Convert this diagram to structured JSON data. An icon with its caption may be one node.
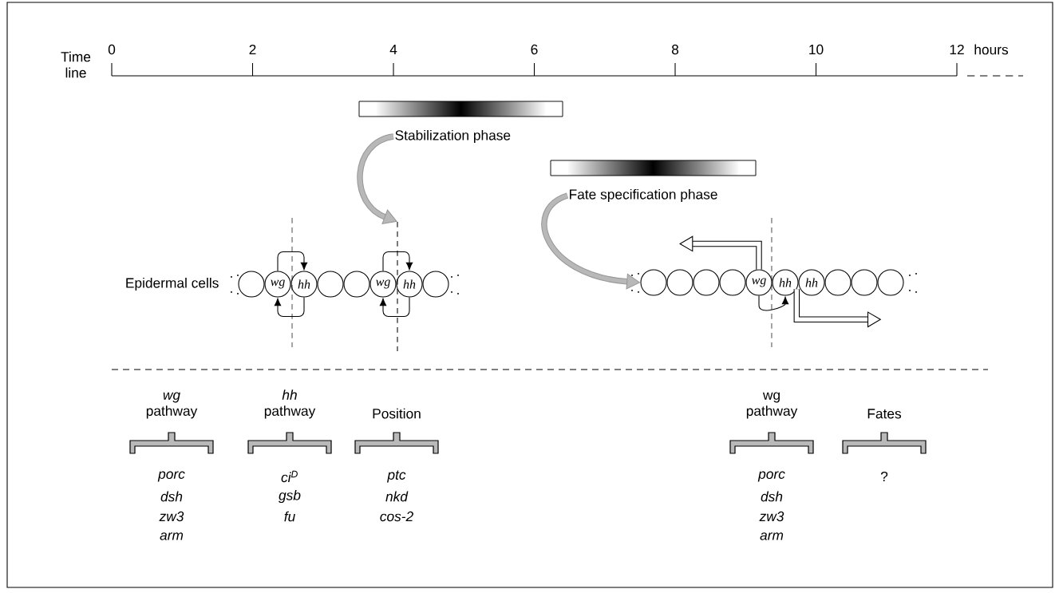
{
  "diagram": {
    "nodes": [
      {
        "text": [
          "Stabilization phase"
        ]
      },
      {
        "text": [
          "Fate specification phase"
        ]
      },
      {
        "text": [],
        "shape": "circle"
      },
      {
        "text": [
          "wg"
        ]
      },
      {
        "text": [
          "hh"
        ]
      },
      {
        "text": [],
        "shape": "circle"
      },
      {
        "text": [],
        "shape": "circle"
      },
      {
        "text": [
          "wg"
        ]
      },
      {
        "text": [
          "hh"
        ]
      },
      {
        "text": [],
        "shape": "circle"
      },
      {
        "text": [],
        "shape": "circle"
      },
      {
        "text": [],
        "shape": "circle"
      },
      {
        "text": [],
        "shape": "circle"
      },
      {
        "text": [],
        "shape": "circle"
      },
      {
        "text": [
          "wg"
        ]
      },
      {
        "text": [
          "hh"
        ]
      },
      {
        "text": [
          "hh"
        ]
      },
      {
        "text": [],
        "shape": "circle"
      },
      {
        "text": [],
        "shape": "circle"
      },
      {
        "text": [],
        "shape": "circle"
      },
      {
        "text": [],
        "shape": "line"
      },
      {
        "text": [],
        "shape": "line"
      },
      {
        "text": [],
        "shape": "line"
      }
    ],
    "edges": [
      {
        "from": 0,
        "to": 21,
        "arrow": "to",
        "style": "thick",
        "color": "#999999"
      },
      {
        "from": 1,
        "to": 10,
        "arrow": "to",
        "style": "thick",
        "color": "#999999"
      },
      {
        "from": 3,
        "to": 4,
        "arrow": "to"
      },
      {
        "from": 4,
        "to": 3,
        "arrow": "to"
      },
      {
        "from": 7,
        "to": 8,
        "arrow": "to"
      },
      {
        "from": 8,
        "to": 7,
        "arrow": "to"
      },
      {
        "from": 14,
        "to": 15,
        "arrow": "to"
      },
      {
        "from": 14,
        "to": null,
        "arrow": "to",
        "style": "thick"
      },
      {
        "from": 15,
        "to": null,
        "arrow": "to",
        "style": "thick"
      }
    ],
    "labels": [
      "Time line",
      "0",
      "2",
      "4",
      "6",
      "8",
      "10",
      "12",
      "hours",
      "Epidermal cells",
      "*wg* pathway",
      "porc",
      "dsh",
      "zw3",
      "arm",
      "*hh* pathway",
      "ci$^{D}$",
      "gsb",
      "fu",
      "Position",
      "ptc",
      "nkd",
      "cos-2",
      "wg pathway",
      "porc",
      "dsh",
      "zw3",
      "arm",
      "Fates",
      "?"
    ]
  }
}
